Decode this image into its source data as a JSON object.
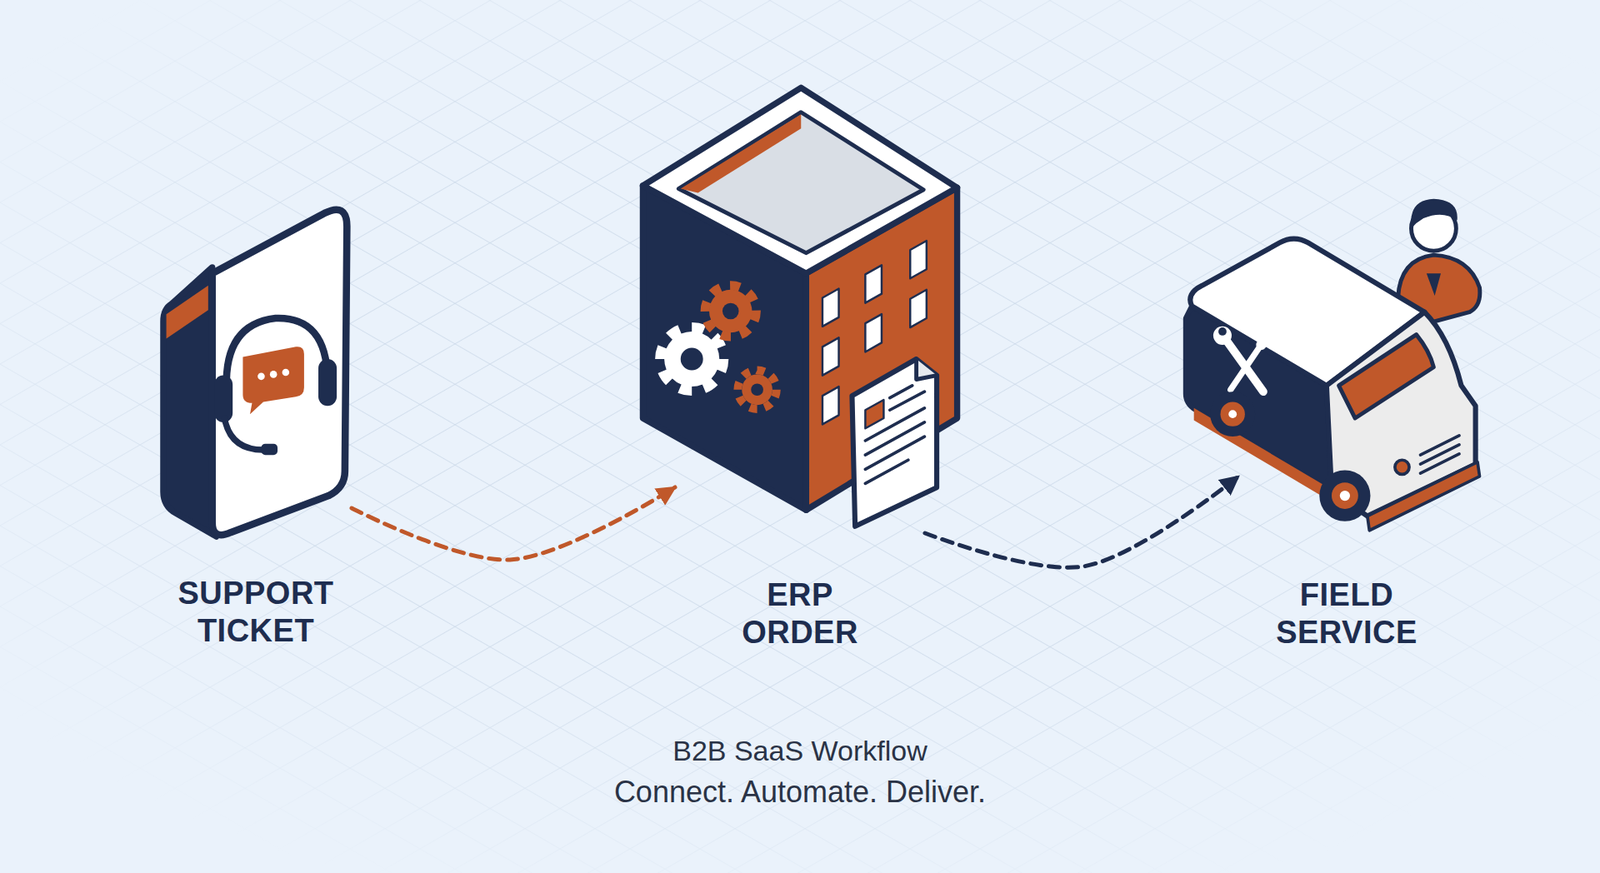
{
  "diagram": {
    "caption": "B2B SaaS Workflow",
    "nodes": [
      {
        "text": [
          "SUPPORT TICKET"
        ]
      },
      {
        "text": [
          "ERP ORDER"
        ]
      },
      {
        "text": [
          "FIELD SERVICE"
        ]
      }
    ],
    "edges": [
      {
        "from": 0,
        "to": 1,
        "arrow": "to"
      },
      {
        "from": 1,
        "to": 2,
        "arrow": "to"
      }
    ],
    "labels": [
      "Connect. Automate. Deliver."
    ]
  }
}
